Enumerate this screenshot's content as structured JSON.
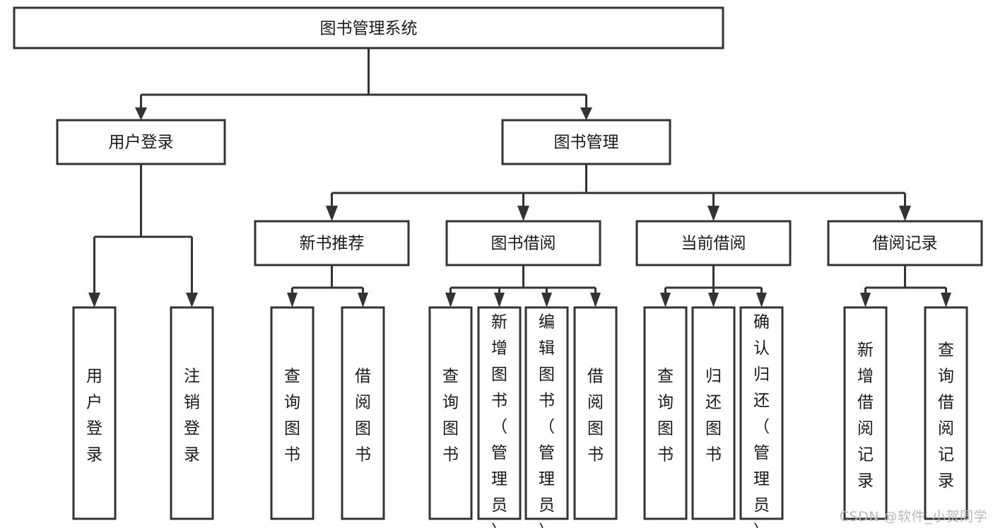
{
  "diagram": {
    "type": "tree",
    "title": "图书管理系统",
    "orientation": "top-down",
    "colors": {
      "box_fill": "#ffffff",
      "box_stroke": "#333333",
      "text": "#1a1a1a",
      "background": "#ffffff",
      "watermark": "#b9b9b9"
    },
    "nodes": {
      "root": {
        "label": "图书管理系统",
        "level": 0,
        "orientation": "horizontal"
      },
      "n_user_login": {
        "label": "用户登录",
        "level": 1,
        "orientation": "horizontal"
      },
      "n_book_manage": {
        "label": "图书管理",
        "level": 1,
        "orientation": "horizontal"
      },
      "n_new_book_rec": {
        "label": "新书推荐",
        "level": 2,
        "orientation": "horizontal"
      },
      "n_book_borrow": {
        "label": "图书借阅",
        "level": 2,
        "orientation": "horizontal"
      },
      "n_current_borrow": {
        "label": "当前借阅",
        "level": 2,
        "orientation": "horizontal"
      },
      "n_borrow_record": {
        "label": "借阅记录",
        "level": 2,
        "orientation": "horizontal"
      },
      "leaf_user_login": {
        "label": "用户登录",
        "level": 3,
        "orientation": "vertical"
      },
      "leaf_logout": {
        "label": "注销登录",
        "level": 3,
        "orientation": "vertical"
      },
      "leaf_query_book_1": {
        "label": "查询图书",
        "level": 3,
        "orientation": "vertical"
      },
      "leaf_borrow_book_1": {
        "label": "借阅图书",
        "level": 3,
        "orientation": "vertical"
      },
      "leaf_query_book_2": {
        "label": "查询图书",
        "level": 3,
        "orientation": "vertical"
      },
      "leaf_add_book": {
        "label": "新增图书（管理员）",
        "level": 3,
        "orientation": "vertical"
      },
      "leaf_edit_book": {
        "label": "编辑图书（管理员）",
        "level": 3,
        "orientation": "vertical"
      },
      "leaf_borrow_book_2": {
        "label": "借阅图书",
        "level": 3,
        "orientation": "vertical"
      },
      "leaf_query_book_3": {
        "label": "查询图书",
        "level": 3,
        "orientation": "vertical"
      },
      "leaf_return_book": {
        "label": "归还图书",
        "level": 3,
        "orientation": "vertical"
      },
      "leaf_confirm_return": {
        "label": "确认归还（管理员）",
        "level": 3,
        "orientation": "vertical"
      },
      "leaf_add_record": {
        "label": "新增借阅记录",
        "level": 3,
        "orientation": "vertical"
      },
      "leaf_query_record": {
        "label": "查询借阅记录",
        "level": 3,
        "orientation": "vertical"
      }
    },
    "edges": [
      {
        "from": "root",
        "to": "n_user_login"
      },
      {
        "from": "root",
        "to": "n_book_manage"
      },
      {
        "from": "n_user_login",
        "to": "leaf_user_login"
      },
      {
        "from": "n_user_login",
        "to": "leaf_logout"
      },
      {
        "from": "n_book_manage",
        "to": "n_new_book_rec"
      },
      {
        "from": "n_book_manage",
        "to": "n_book_borrow"
      },
      {
        "from": "n_book_manage",
        "to": "n_current_borrow"
      },
      {
        "from": "n_book_manage",
        "to": "n_borrow_record"
      },
      {
        "from": "n_new_book_rec",
        "to": "leaf_query_book_1"
      },
      {
        "from": "n_new_book_rec",
        "to": "leaf_borrow_book_1"
      },
      {
        "from": "n_book_borrow",
        "to": "leaf_query_book_2"
      },
      {
        "from": "n_book_borrow",
        "to": "leaf_add_book"
      },
      {
        "from": "n_book_borrow",
        "to": "leaf_edit_book"
      },
      {
        "from": "n_book_borrow",
        "to": "leaf_borrow_book_2"
      },
      {
        "from": "n_current_borrow",
        "to": "leaf_query_book_3"
      },
      {
        "from": "n_current_borrow",
        "to": "leaf_return_book"
      },
      {
        "from": "n_current_borrow",
        "to": "leaf_confirm_return"
      },
      {
        "from": "n_borrow_record",
        "to": "leaf_add_record"
      },
      {
        "from": "n_borrow_record",
        "to": "leaf_query_record"
      }
    ]
  },
  "watermark": {
    "text": "CSDN @软件_小贺同学"
  }
}
